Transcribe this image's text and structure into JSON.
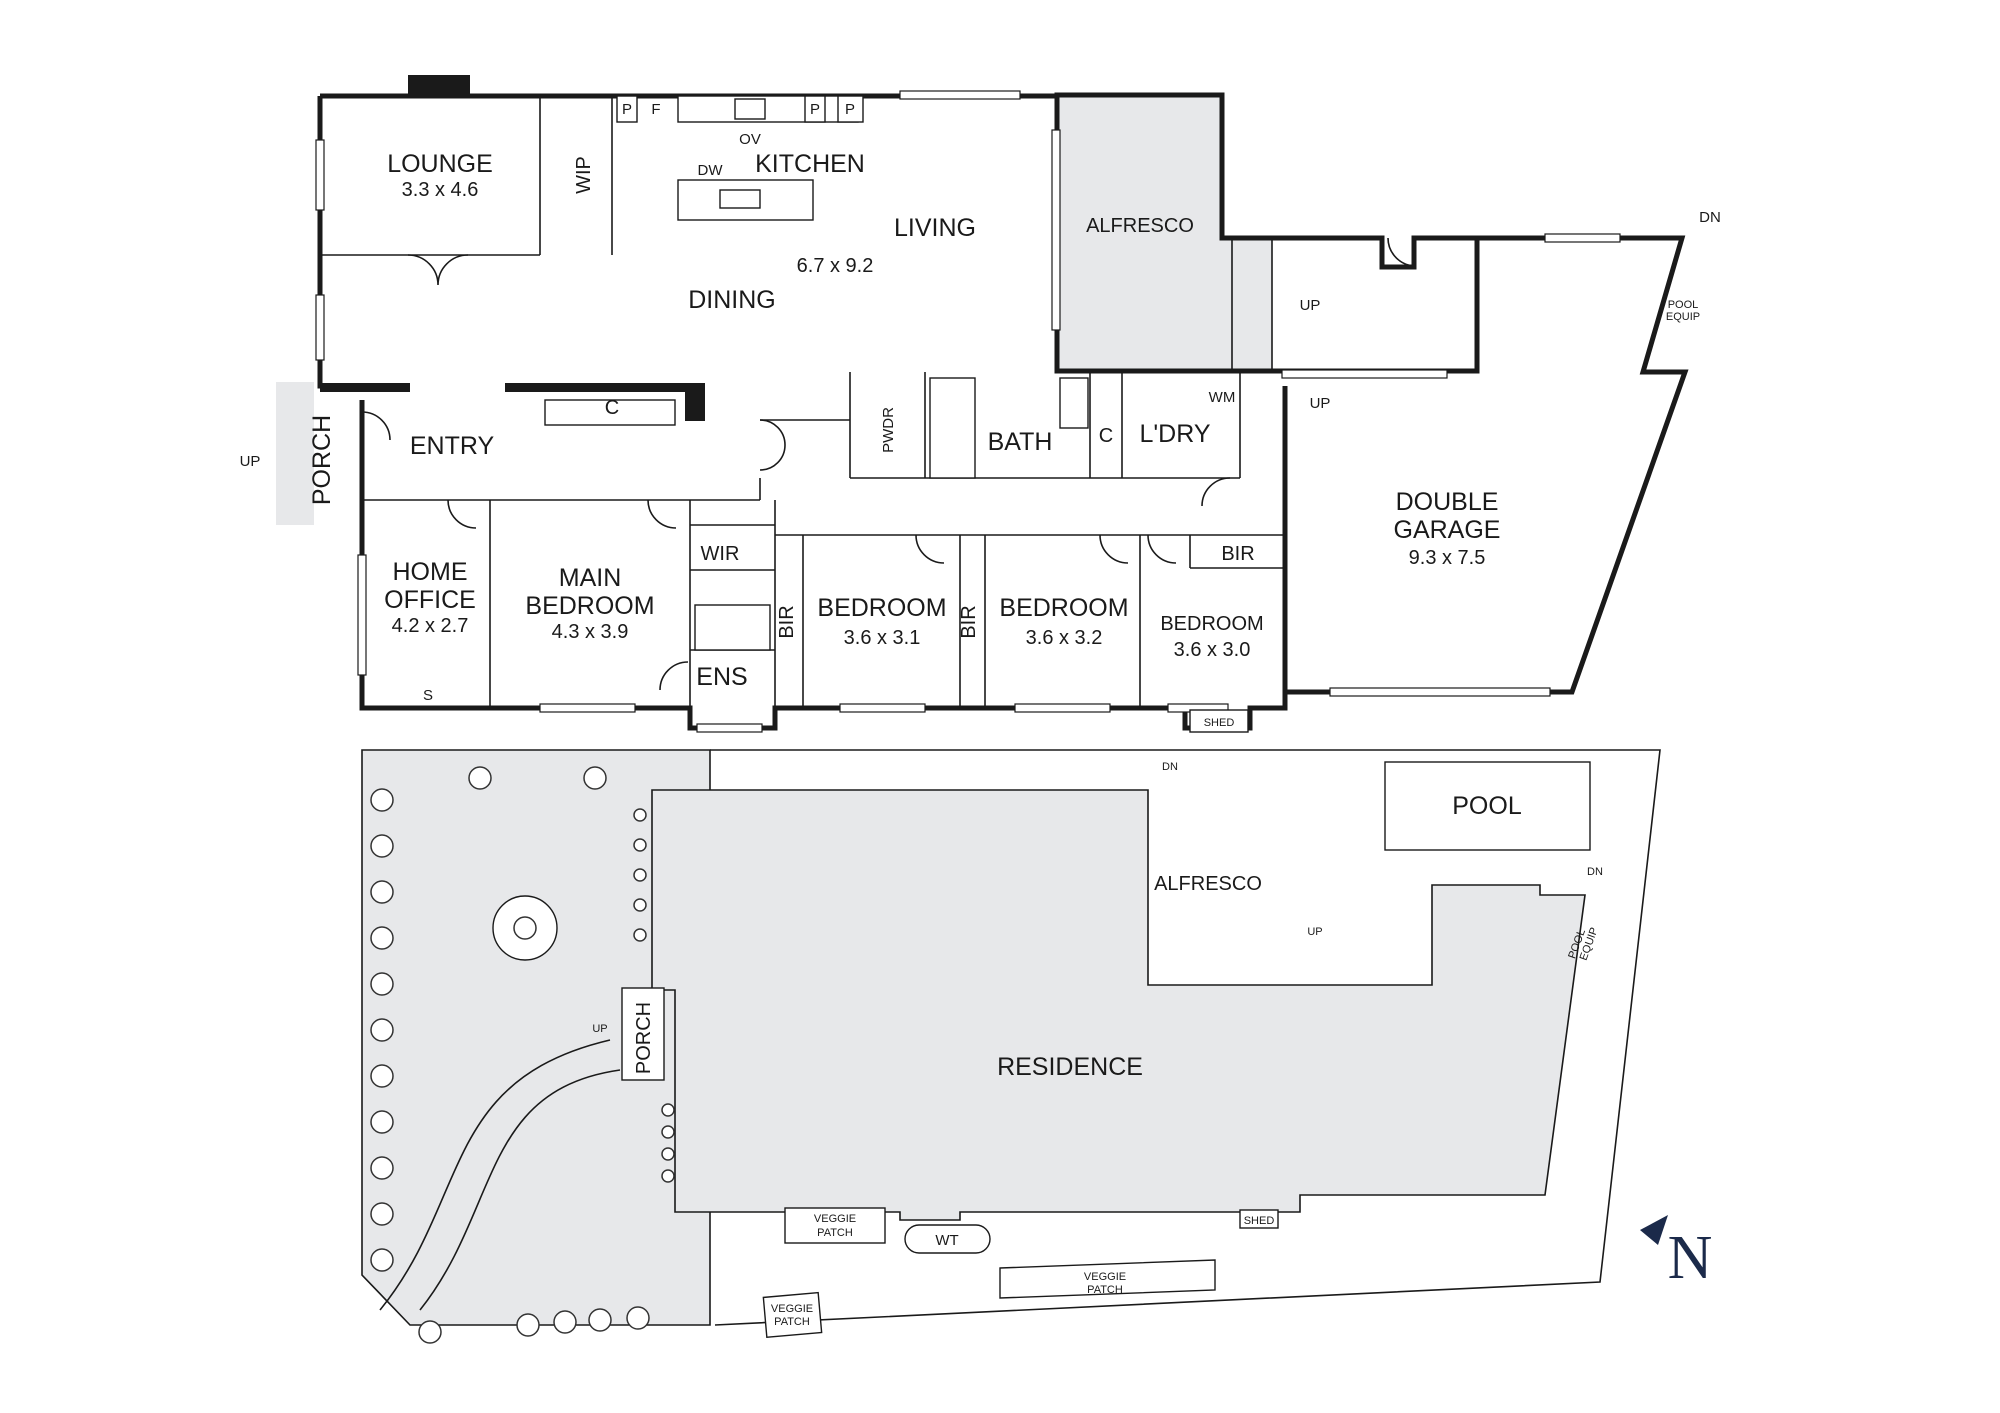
{
  "floor_plan": {
    "rooms": {
      "lounge": {
        "name": "LOUNGE",
        "size": "3.3 x 4.6"
      },
      "wip": "WIP",
      "kitchen": "KITCHEN",
      "living": "LIVING",
      "living_size": "6.7 x 9.2",
      "dining": "DINING",
      "alfresco": "ALFRESCO",
      "entry": "ENTRY",
      "porch": "PORCH",
      "pwdr": "PWDR",
      "bath": "BATH",
      "laundry": "L'DRY",
      "wm": "WM",
      "home_office": {
        "line1": "HOME",
        "line2": "OFFICE",
        "size": "4.2 x 2.7"
      },
      "main_bedroom": {
        "line1": "MAIN",
        "line2": "BEDROOM",
        "size": "4.3 x 3.9"
      },
      "wir": "WIR",
      "ens": "ENS",
      "bedroom2": {
        "name": "BEDROOM",
        "size": "3.6 x 3.1"
      },
      "bedroom3": {
        "name": "BEDROOM",
        "size": "3.6 x 3.2"
      },
      "bedroom4": {
        "name": "BEDROOM",
        "size": "3.6 x 3.0"
      },
      "double_garage": {
        "line1": "DOUBLE",
        "line2": "GARAGE",
        "size": "9.3 x 7.5"
      },
      "pool_equip": {
        "line1": "POOL",
        "line2": "EQUIP"
      },
      "shed": "SHED"
    },
    "fixtures": {
      "pantry": "P",
      "fridge": "F",
      "oven": "OV",
      "dishwasher": "DW",
      "cupboard": "C",
      "bir": "BIR",
      "storage": "S"
    },
    "arrows": {
      "up": "UP",
      "dn": "DN"
    }
  },
  "site_plan": {
    "pool": "POOL",
    "alfresco": "ALFRESCO",
    "residence": "RESIDENCE",
    "porch": "PORCH",
    "veggie_patch": {
      "line1": "VEGGIE",
      "line2": "PATCH"
    },
    "wt": "WT",
    "shed": "SHED",
    "pool_equip": {
      "line1": "POOL",
      "line2": "EQUIP"
    },
    "up": "UP",
    "dn": "DN"
  },
  "compass": {
    "letter": "N"
  },
  "colors": {
    "line": "#1a1a1a",
    "shade": "#e7e8ea",
    "compass": "#1b2a4a"
  }
}
